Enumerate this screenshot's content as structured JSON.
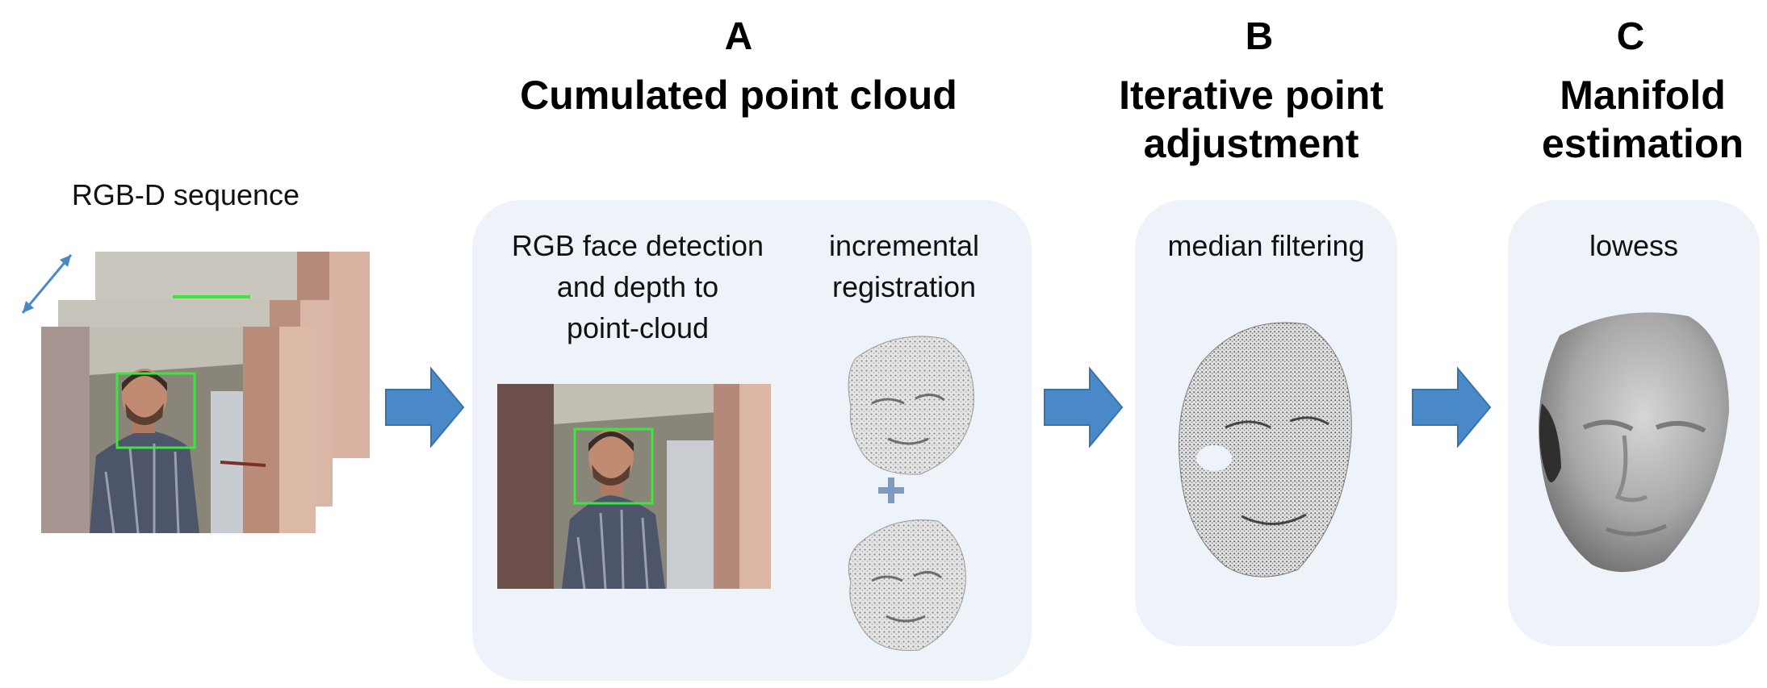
{
  "sequence": {
    "label": "RGB-D sequence"
  },
  "stage_a": {
    "letter": "A",
    "title": "Cumulated point cloud",
    "detection_label": [
      "RGB face detection",
      "and depth to",
      "point-cloud"
    ],
    "registration_label": [
      "incremental",
      "registration"
    ],
    "plus": "+"
  },
  "stage_b": {
    "letter": "B",
    "title": [
      "Iterative point",
      "adjustment"
    ],
    "method": "median filtering"
  },
  "stage_c": {
    "letter": "C",
    "title": [
      "Manifold",
      "estimation"
    ],
    "method": "lowess"
  },
  "colors": {
    "panel": "#edf3f9",
    "arrow": "#4a89c8",
    "box": "#38e83a"
  }
}
